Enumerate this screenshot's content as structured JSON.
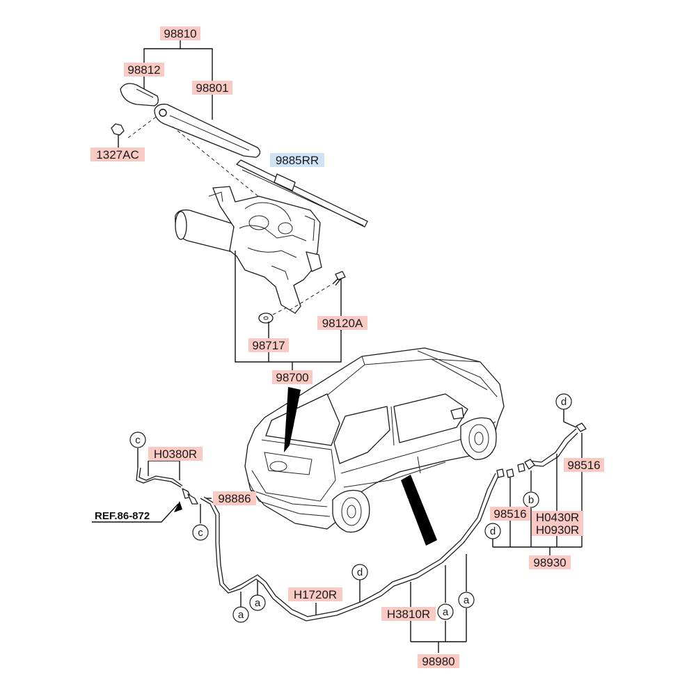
{
  "labels": {
    "p98810": "98810",
    "p98812": "98812",
    "p98801": "98801",
    "p1327AC": "1327AC",
    "p9885RR": "9885RR",
    "p98120A": "98120A",
    "p98717": "98717",
    "p98700": "98700",
    "pH0380R": "H0380R",
    "p98886": "98886",
    "pREF": "REF.86-872",
    "p98516a": "98516",
    "p98516b": "98516",
    "pH0430R": "H0430R",
    "pH0930R": "H0930R",
    "p98930": "98930",
    "pH1720R": "H1720R",
    "pH3810R": "H3810R",
    "p98980": "98980"
  },
  "callouts": {
    "a1": "a",
    "a2": "a",
    "a3": "a",
    "a4": "a",
    "b1": "b",
    "c1": "c",
    "c2": "c",
    "d1": "d",
    "d2": "d",
    "d3": "d"
  },
  "colors": {
    "label_fill": "#f9c9c4",
    "label_fill_highlight": "#cfe3f7",
    "line": "#111111"
  }
}
